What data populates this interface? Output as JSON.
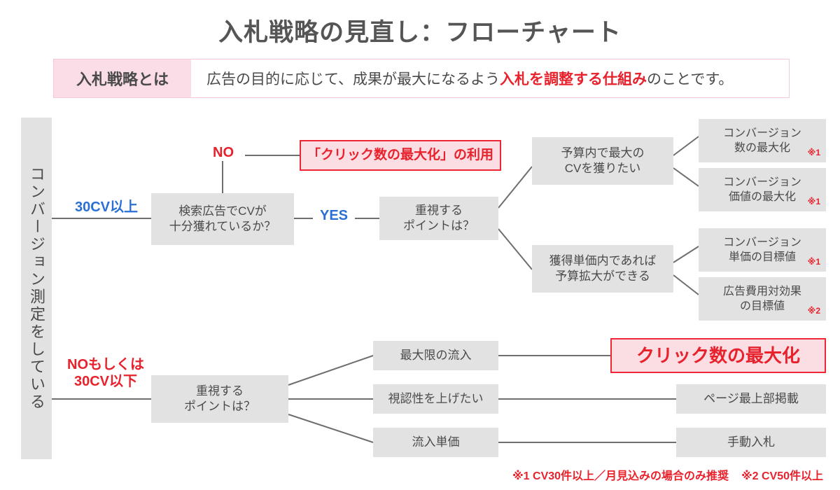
{
  "title": "入札戦略の見直し：フローチャート",
  "banner": {
    "term": "入札戦略とは",
    "text_before": "広告の目的に応じて、成果が最大になるよう",
    "text_highlight": "入札を調整する仕組み",
    "text_after": "のことです。"
  },
  "sidebar": {
    "label": "コンバージョン測定をしている"
  },
  "edge_labels": {
    "cv_over_30": "30CV以上",
    "no": "NO",
    "yes": "YES",
    "no_or_under_30": "NOもしくは\n30CV以下"
  },
  "nodes": {
    "q_search_cv": {
      "line1": "検索広告でCVが",
      "line2": "十分獲れているか？"
    },
    "result_click_max_use": {
      "label": "「クリック数の最大化」の利用"
    },
    "q_focus_point_top": {
      "line1": "重視する",
      "line2": "ポイントは？"
    },
    "branch_budget_max_cv": {
      "line1": "予算内で最大の",
      "line2": "CVを獲りたい"
    },
    "branch_cpa_expand": {
      "line1": "獲得単価内であれば",
      "line2": "予算拡大ができる"
    },
    "result_cv_count_max": {
      "line1": "コンバージョン",
      "line2": "数の最大化",
      "mark": "※1"
    },
    "result_cv_value_max": {
      "line1": "コンバージョン",
      "line2": "価値の最大化",
      "mark": "※1"
    },
    "result_cpa_target": {
      "line1": "コンバージョン",
      "line2": "単価の目標値",
      "mark": "※1"
    },
    "result_roas_target": {
      "line1": "広告費用対効果",
      "line2": "の目標値",
      "mark": "※2"
    },
    "q_focus_point_bottom": {
      "line1": "重視する",
      "line2": "ポイントは？"
    },
    "branch_max_inflow": {
      "label": "最大限の流入"
    },
    "branch_visibility": {
      "label": "視認性を上げたい"
    },
    "branch_inflow_cpc": {
      "label": "流入単価"
    },
    "result_click_max": {
      "label": "クリック数の最大化"
    },
    "result_top_of_page": {
      "label": "ページ最上部掲載"
    },
    "result_manual_bid": {
      "label": "手動入札"
    }
  },
  "footnotes": {
    "note1": "※1 CV30件以上／月見込みの場合のみ推奨",
    "note2": "※2 CV50件以上"
  },
  "colors": {
    "accent_red": "#e8222c",
    "accent_blue": "#2a6fd6",
    "node_gray": "#e2e2e2",
    "banner_pink": "#fadde6",
    "highlight_pink_bg": "#fbdde4",
    "text_gray": "#4a4a4a"
  }
}
